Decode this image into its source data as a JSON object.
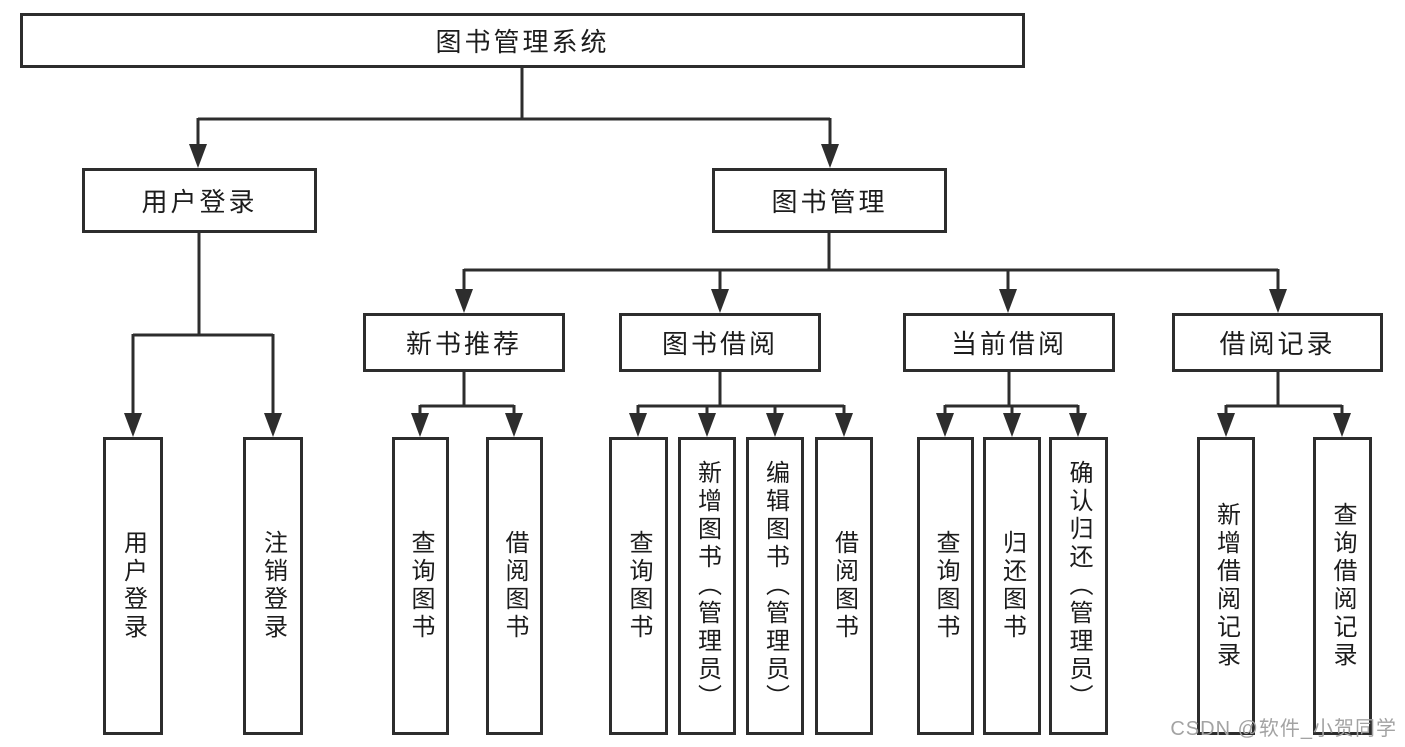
{
  "diagram": {
    "root": {
      "label": "图书管理系统"
    },
    "level2": [
      {
        "label": "用户登录"
      },
      {
        "label": "图书管理"
      }
    ],
    "level3": [
      {
        "label": "新书推荐"
      },
      {
        "label": "图书借阅"
      },
      {
        "label": "当前借阅"
      },
      {
        "label": "借阅记录"
      }
    ],
    "leaves": {
      "user_login": [
        "用户登录",
        "注销登录"
      ],
      "new_book_recommendation": [
        "查询图书",
        "借阅图书"
      ],
      "book_borrowing": [
        "查询图书",
        "新增图书（管理员）",
        "编辑图书（管理员）",
        "借阅图书"
      ],
      "current_borrowing": [
        "查询图书",
        "归还图书",
        "确认归还（管理员）"
      ],
      "borrowing_records": [
        "新增借阅记录",
        "查询借阅记录"
      ]
    },
    "colors": {
      "line": "#2d2d2d",
      "text": "#1c1c1c",
      "background": "#ffffff",
      "watermark_text_color": "#a3a3a3"
    }
  },
  "watermark": {
    "text": "CSDN @软件_小贺同学"
  }
}
